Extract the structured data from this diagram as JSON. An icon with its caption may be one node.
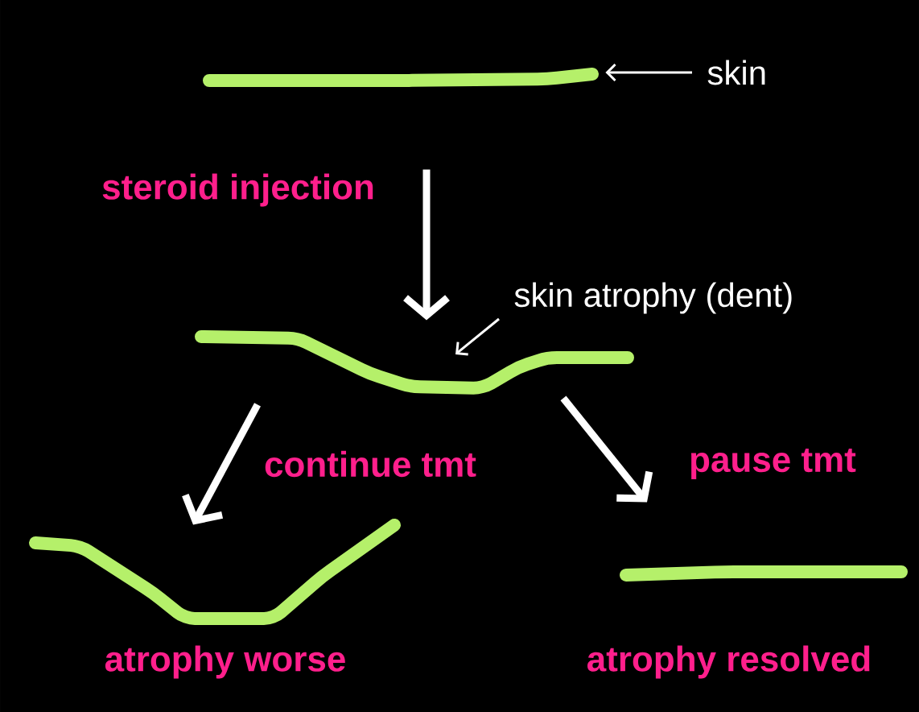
{
  "diagram": {
    "nodes": [
      {
        "text": [],
        "shape": "line"
      },
      {
        "text": [
          "skin"
        ]
      },
      {
        "text": [],
        "shape": "line"
      },
      {
        "text": [
          "skin atrophy (dent)"
        ]
      },
      {
        "text": [],
        "shape": "line",
        "beside": [
          "atrophy worse"
        ]
      },
      {
        "text": [],
        "shape": "line",
        "beside": [
          "atrophy resolved"
        ]
      }
    ],
    "edges": [
      {
        "from": 0,
        "to": 2,
        "arrow": "to",
        "label": "steroid injection"
      },
      {
        "from": 1,
        "to": 0,
        "arrow": "to"
      },
      {
        "from": 3,
        "to": 2,
        "arrow": "to"
      },
      {
        "from": 2,
        "to": 4,
        "arrow": "to",
        "label": "continue tmt"
      },
      {
        "from": 2,
        "to": 5,
        "arrow": "to",
        "label": "pause tmt"
      }
    ]
  }
}
